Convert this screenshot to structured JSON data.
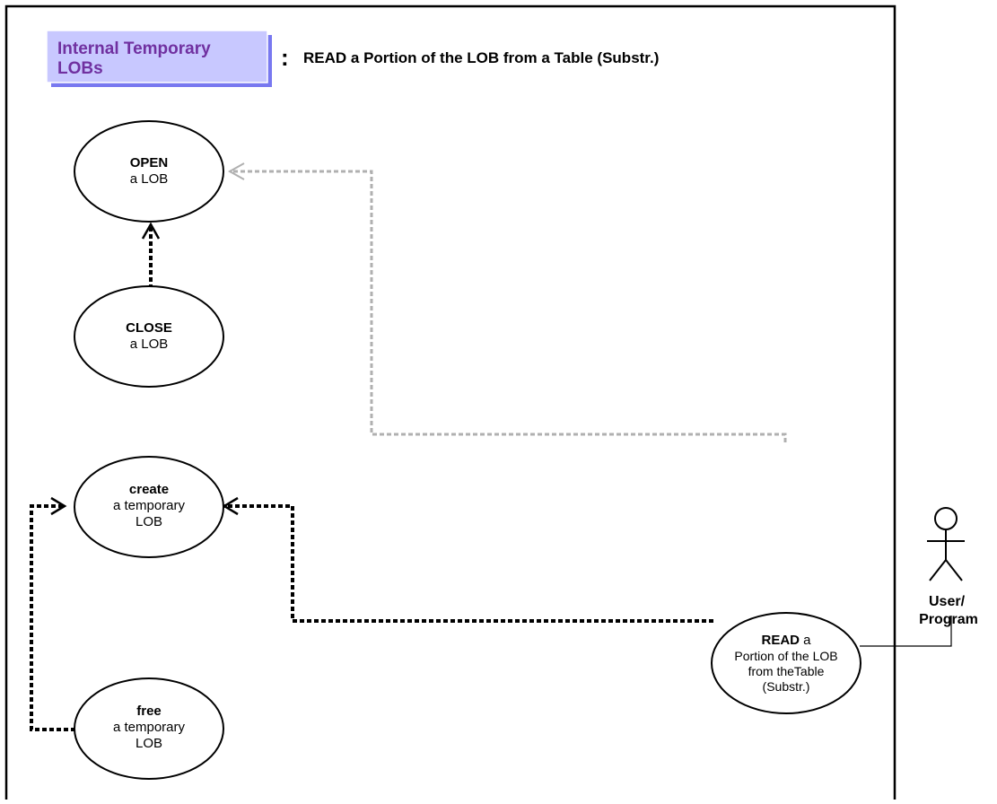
{
  "header": {
    "title_line1": "Internal Temporary",
    "title_line2": "LOBs",
    "separator": ":",
    "subtitle": "READ a Portion of the LOB from a Table (Substr.)"
  },
  "use_cases": {
    "open": {
      "bold": "OPEN",
      "text": "a LOB"
    },
    "close": {
      "bold": "CLOSE",
      "text": "a LOB"
    },
    "create": {
      "bold": "create",
      "line2": "a temporary",
      "line3": "LOB"
    },
    "free": {
      "bold": "free",
      "line2": "a temporary",
      "line3": "LOB"
    },
    "read": {
      "bold": "READ",
      "line1_rest": " a",
      "line2": "Portion of the LOB",
      "line3": "from theTable",
      "line4": "(Substr.)"
    }
  },
  "actor": {
    "line1": "User/",
    "line2": "Program"
  },
  "colors": {
    "header_fill": "#c8c8ff",
    "header_text": "#7030a0",
    "header_border": "#7878f0",
    "gray_connector": "#b0b0b0",
    "black": "#000000"
  }
}
